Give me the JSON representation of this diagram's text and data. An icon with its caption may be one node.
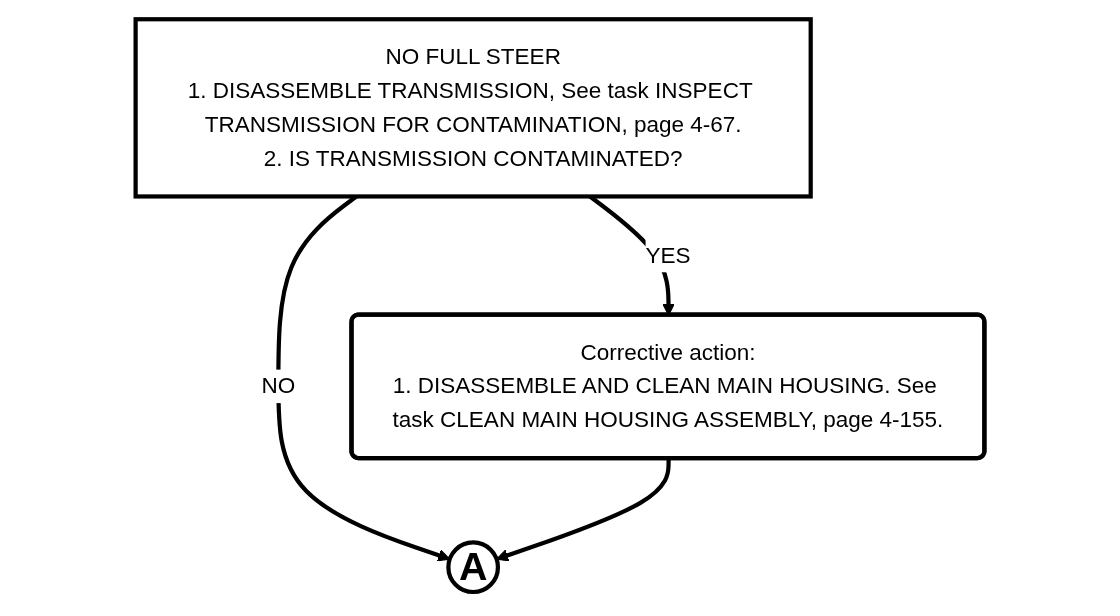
{
  "diagram": {
    "nodes": [
      {
        "text": [
          "NO FULL STEER",
          "1. DISASSEMBLE TRANSMISSION, See task INSPECT TRANSMISSION FOR CONTAMINATION, page 4-67.",
          "2. IS TRANSMISSION CONTAMINATED?"
        ]
      },
      {
        "text": [
          "Corrective action:",
          "1. DISASSEMBLE AND CLEAN MAIN HOUSING. See task CLEAN MAIN HOUSING ASSEMBLY, page 4-155."
        ]
      },
      {
        "text": [
          "A"
        ]
      }
    ],
    "edges": [
      {
        "from": 0,
        "to": 1,
        "arrow": "to",
        "label": "YES"
      },
      {
        "from": 0,
        "to": 2,
        "arrow": "to",
        "label": "NO"
      },
      {
        "from": 1,
        "to": 2,
        "arrow": "to"
      }
    ]
  }
}
